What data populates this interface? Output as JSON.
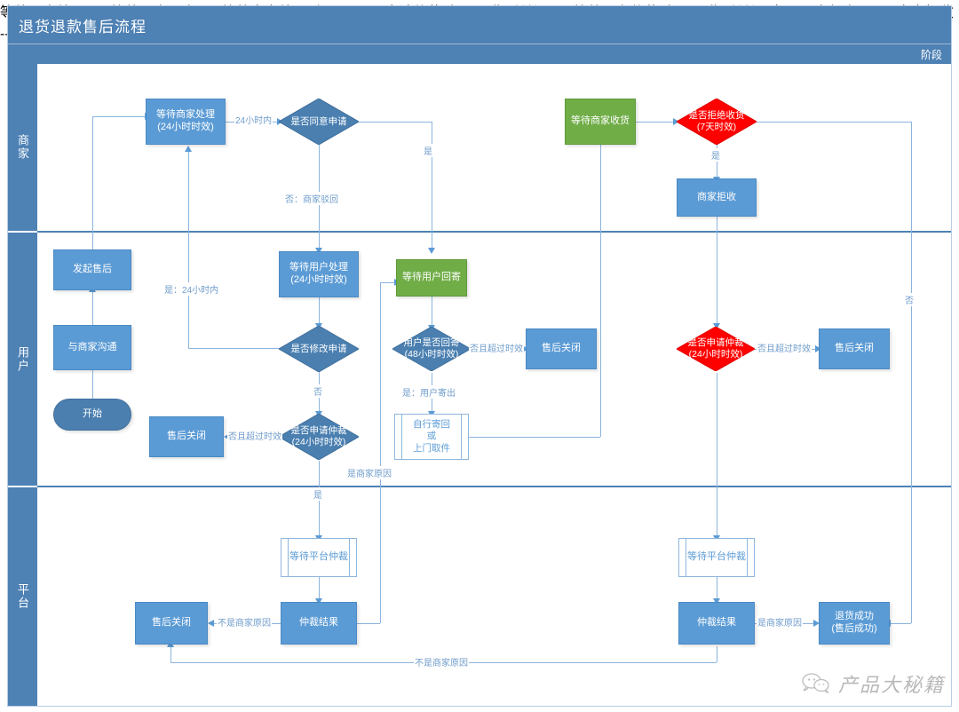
{
  "header": {
    "title": "退货退款售后流程",
    "stage_label": "阶段"
  },
  "colors": {
    "title_bar": "#4e81b4",
    "lane_header": "#4e81b4",
    "process": "#5b9bd5",
    "decision": "#4a7fb0",
    "decision_alert": "#ff0000",
    "green": "#70ad47",
    "terminator": "#4a7fb0",
    "connector": "#8cb4de",
    "label_text": "#6f9ccb"
  },
  "lanes": [
    {
      "id": "merchant",
      "label": "商家"
    },
    {
      "id": "user",
      "label": "用户"
    },
    {
      "id": "platform",
      "label": "平台"
    }
  ],
  "nodes": [
    {
      "id": "start",
      "lane": "user",
      "type": "terminator",
      "label": "开始"
    },
    {
      "id": "contact-merchant",
      "lane": "user",
      "type": "process",
      "label": "与商家沟通"
    },
    {
      "id": "initiate",
      "lane": "user",
      "type": "process",
      "label": "发起售后"
    },
    {
      "id": "wait-merchant",
      "lane": "merchant",
      "type": "process",
      "label": "等待商家处理",
      "sub": "(24小时时效)"
    },
    {
      "id": "agree-apply",
      "lane": "merchant",
      "type": "decision",
      "label": "是否同意申请"
    },
    {
      "id": "wait-user",
      "lane": "user",
      "type": "process",
      "label": "等待用户处理",
      "sub": "(24小时时效)"
    },
    {
      "id": "modify-apply",
      "lane": "user",
      "type": "decision",
      "label": "是否修改申请"
    },
    {
      "id": "apply-arbitration-left",
      "lane": "user",
      "type": "decision",
      "label": "是否申请仲裁",
      "sub": "(24小时时效)"
    },
    {
      "id": "close-left",
      "lane": "user",
      "type": "process",
      "label": "售后关闭"
    },
    {
      "id": "wait-user-return",
      "lane": "user",
      "type": "green",
      "label": "等待用户回寄"
    },
    {
      "id": "user-returned",
      "lane": "user",
      "type": "decision",
      "label": "用户是否回寄",
      "sub": "(48小时时效)"
    },
    {
      "id": "close-mid",
      "lane": "user",
      "type": "process",
      "label": "售后关闭"
    },
    {
      "id": "ship-back",
      "lane": "user",
      "type": "subprocess",
      "lines": [
        "自行寄回",
        "或",
        "上门取件"
      ]
    },
    {
      "id": "wait-merchant-receive",
      "lane": "merchant",
      "type": "green",
      "label": "等待商家收货"
    },
    {
      "id": "refuse-goods",
      "lane": "merchant",
      "type": "decision-alert",
      "label": "是否拒绝收货",
      "sub": "(7天时效)"
    },
    {
      "id": "merchant-refuse",
      "lane": "merchant",
      "type": "process",
      "label": "商家拒收"
    },
    {
      "id": "apply-arbitration-right",
      "lane": "user",
      "type": "decision-alert",
      "label": "是否申请仲裁",
      "sub": "(24小时时效)"
    },
    {
      "id": "close-right",
      "lane": "user",
      "type": "process",
      "label": "售后关闭"
    },
    {
      "id": "wait-platform-left",
      "lane": "platform",
      "type": "subprocess",
      "lines": [
        "等待平台仲裁"
      ]
    },
    {
      "id": "arbitration-result-left",
      "lane": "platform",
      "type": "process",
      "label": "仲裁结果"
    },
    {
      "id": "close-bottom-left",
      "lane": "platform",
      "type": "process",
      "label": "售后关闭"
    },
    {
      "id": "wait-platform-right",
      "lane": "platform",
      "type": "subprocess",
      "lines": [
        "等待平台仲裁"
      ]
    },
    {
      "id": "arbitration-result-right",
      "lane": "platform",
      "type": "process",
      "label": "仲裁结果"
    },
    {
      "id": "return-success",
      "lane": "platform",
      "type": "process",
      "label": "退货成功",
      "sub": "(售后成功)"
    }
  ],
  "edge_labels": {
    "within24h": "24小时内",
    "yes": "是",
    "no_merchant_reject": "否：商家驳回",
    "yes_within24h": "是：24小时内",
    "no": "否",
    "no_and_overdue_left": "否且超过时效",
    "no_and_overdue_mid": "否且超过时效",
    "no_and_overdue_right": "否且超过时效",
    "yes_user_ships": "是：用户寄出",
    "is_merchant_reason_mid": "是商家原因",
    "yes_arbitration": "是",
    "yes_refuse": "是",
    "no_refuse": "否",
    "not_merchant_reason_left": "不是商家原因",
    "not_merchant_reason_bottom": "不是商家原因",
    "is_merchant_reason_right": "是商家原因"
  },
  "watermark": {
    "text": "产品大秘籍",
    "icon": "wechat-icon"
  }
}
